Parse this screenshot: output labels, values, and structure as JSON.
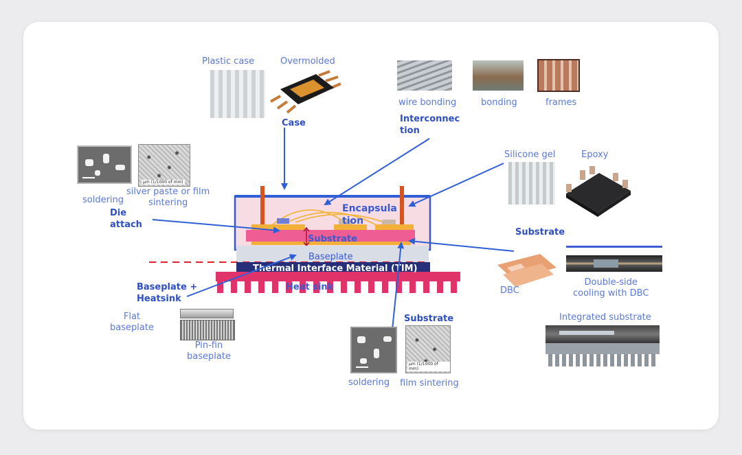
{
  "colors": {
    "label_blue": "#5a78d8",
    "heading_blue": "#2e4fc0",
    "arrow_blue": "#2f5fd6",
    "heatsink_red": "#e0336a",
    "tim_navy": "#26307a",
    "module_pink": "#f7dce4",
    "substrate_pink": "#ee5d93",
    "copper_orange": "#f3b13a",
    "baseplate_grey": "#d8dde6",
    "terminal_orange": "#d9531e",
    "dashed_red": "#e0202a"
  },
  "labels": {
    "plastic_case": "Plastic case",
    "overmolded": "Overmolded",
    "case": "Case",
    "wire_bonding": "wire bonding",
    "bonding": "bonding",
    "frames": "frames",
    "interconnection": "Interconnec\ntion",
    "soldering_top": "soldering",
    "silver_paste": "silver paste or film\nsintering",
    "die_attach": "Die\nattach",
    "silicone_gel": "Silicone gel",
    "epoxy": "Epoxy",
    "substrate_right": "Substrate",
    "dbc": "DBC",
    "double_side": "Double-side\ncooling with DBC",
    "baseplate_heatsink": "Baseplate +\nHeatsink",
    "flat_baseplate": "Flat\nbaseplate",
    "pinfin_baseplate": "Pin-fin\nbaseplate",
    "substrate_bottom": "Substrate",
    "soldering_bottom": "soldering",
    "film_sintering": "film sintering",
    "integrated_substrate": "Integrated substrate"
  },
  "diagram": {
    "encapsulation": "Encapsula\ntion",
    "substrate": "Substrate",
    "baseplate": "Baseplate",
    "tim": "Thermal Interface Material (TIM)",
    "heat_sink": "Heat sink"
  },
  "scale_text": "µm (1/1000 of mm)"
}
